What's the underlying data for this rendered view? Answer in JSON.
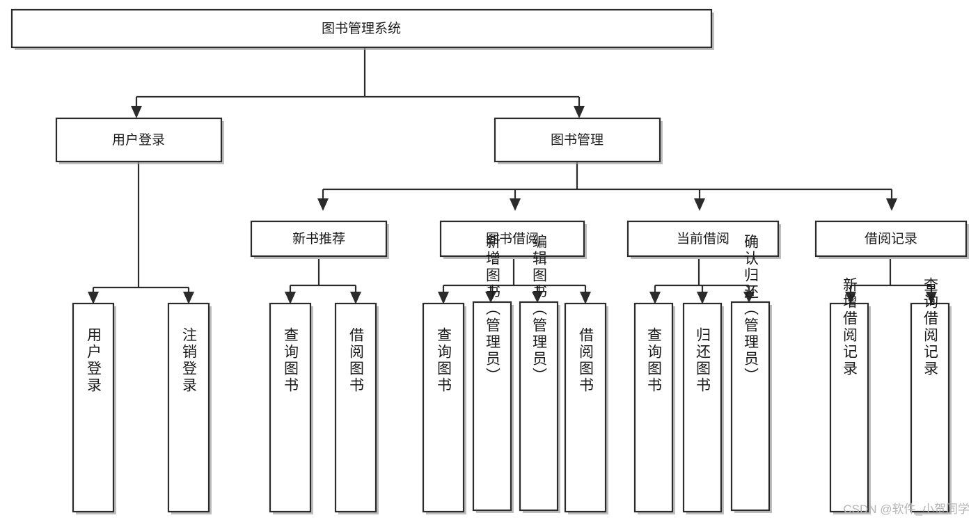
{
  "diagram": {
    "type": "tree-hierarchy-chart",
    "title": "图书管理系统",
    "background_color": "#ffffff",
    "line_color": "#2b2b2b",
    "text_color": "#1a1a1a",
    "levels": 4
  },
  "nodes": {
    "root": {
      "label": "图书管理系统",
      "orientation": "horizontal"
    },
    "level2": [
      {
        "id": "user-login",
        "label": "用户登录",
        "orientation": "horizontal"
      },
      {
        "id": "book-management",
        "label": "图书管理",
        "orientation": "horizontal"
      }
    ],
    "level3": [
      {
        "id": "new-book-recommend",
        "label": "新书推荐",
        "orientation": "horizontal",
        "parent": "book-management"
      },
      {
        "id": "book-borrow",
        "label": "图书借阅",
        "orientation": "horizontal",
        "parent": "book-management"
      },
      {
        "id": "current-borrow",
        "label": "当前借阅",
        "orientation": "horizontal",
        "parent": "book-management"
      },
      {
        "id": "borrow-record",
        "label": "借阅记录",
        "orientation": "horizontal",
        "parent": "book-management"
      }
    ],
    "leaves": [
      {
        "id": "leaf-user-login",
        "label": "用户登录",
        "orientation": "vertical",
        "parent": "user-login"
      },
      {
        "id": "leaf-logout",
        "label": "注销登录",
        "orientation": "vertical",
        "parent": "user-login"
      },
      {
        "id": "leaf-query-book-1",
        "label": "查询图书",
        "orientation": "vertical",
        "parent": "new-book-recommend"
      },
      {
        "id": "leaf-borrow-book-1",
        "label": "借阅图书",
        "orientation": "vertical",
        "parent": "new-book-recommend"
      },
      {
        "id": "leaf-query-book-2",
        "label": "查询图书",
        "orientation": "vertical",
        "parent": "book-borrow"
      },
      {
        "id": "leaf-add-book",
        "label": "新增图书（管理员）",
        "orientation": "vertical",
        "parent": "book-borrow"
      },
      {
        "id": "leaf-edit-book",
        "label": "编辑图书（管理员）",
        "orientation": "vertical",
        "parent": "book-borrow"
      },
      {
        "id": "leaf-borrow-book-2",
        "label": "借阅图书",
        "orientation": "vertical",
        "parent": "book-borrow"
      },
      {
        "id": "leaf-query-book-3",
        "label": "查询图书",
        "orientation": "vertical",
        "parent": "current-borrow"
      },
      {
        "id": "leaf-return-book",
        "label": "归还图书",
        "orientation": "vertical",
        "parent": "current-borrow"
      },
      {
        "id": "leaf-confirm-return",
        "label": "确认归还（管理员）",
        "orientation": "vertical",
        "parent": "current-borrow"
      },
      {
        "id": "leaf-add-record",
        "label": "新增借阅记录",
        "orientation": "vertical",
        "parent": "borrow-record"
      },
      {
        "id": "leaf-query-record",
        "label": "查询借阅记录",
        "orientation": "vertical",
        "parent": "borrow-record"
      }
    ]
  },
  "watermark": {
    "text": "CSDN @软件_小贺同学"
  }
}
